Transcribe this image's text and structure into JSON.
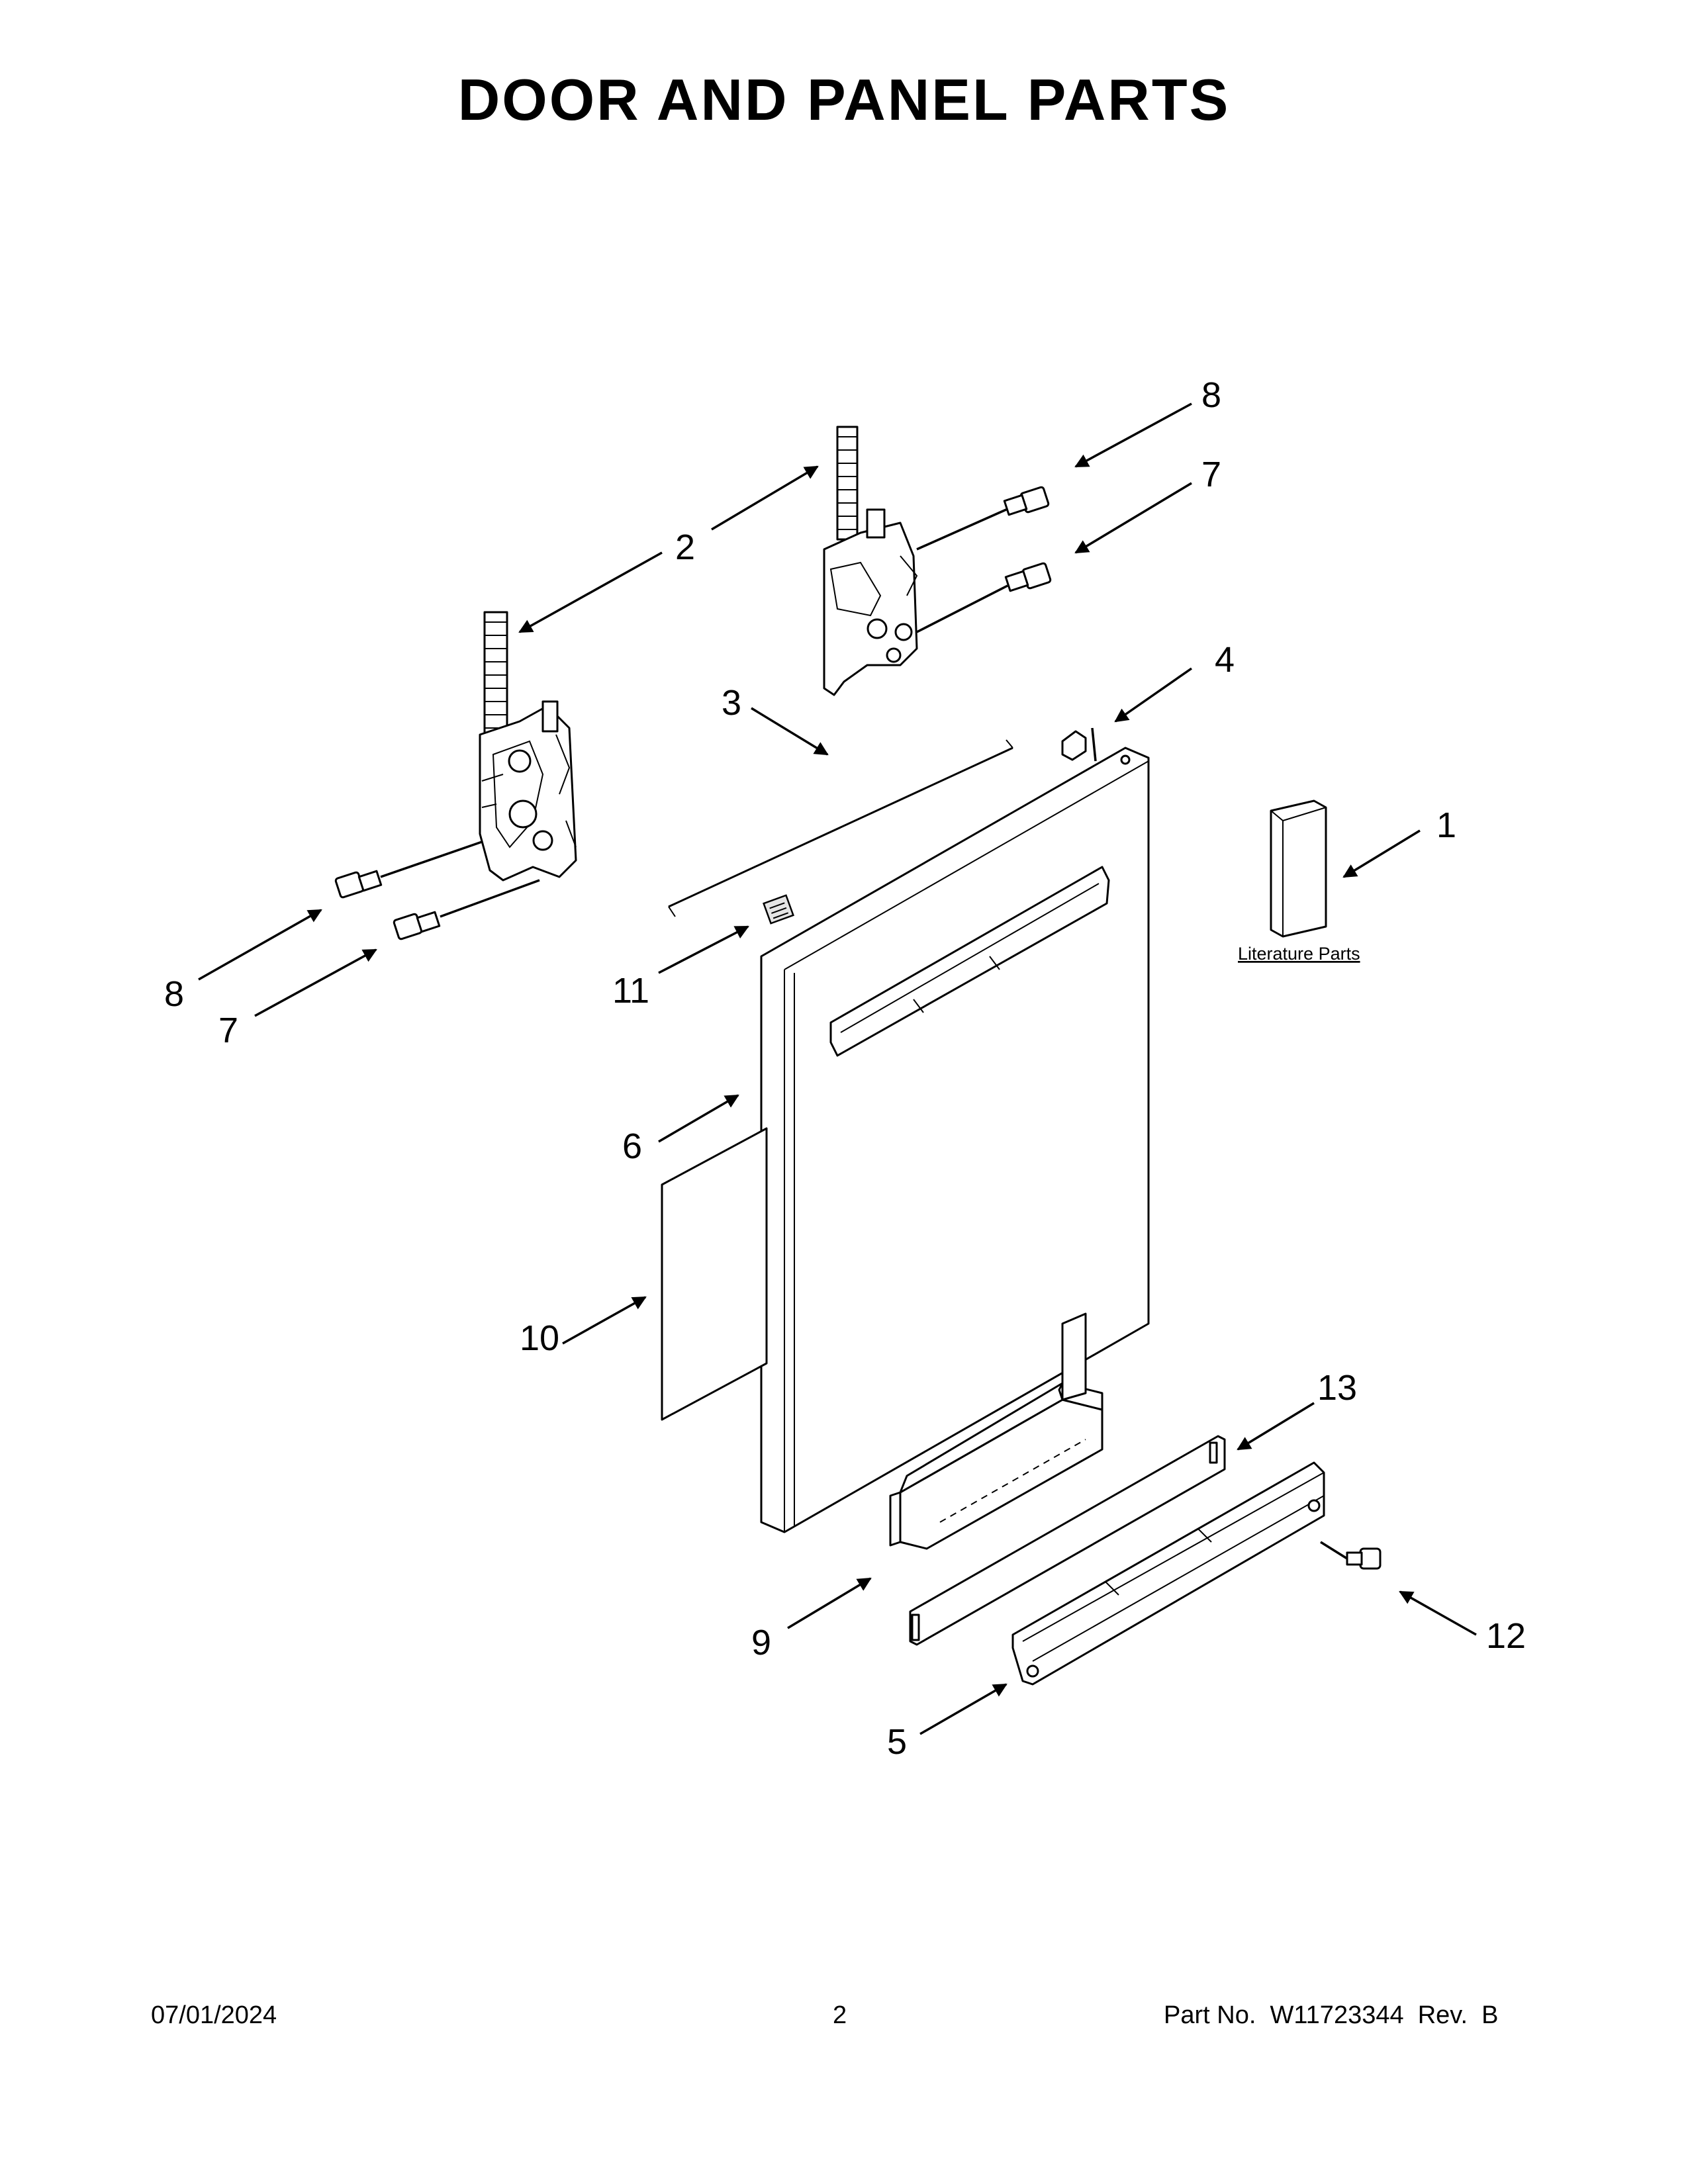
{
  "title": "DOOR AND PANEL PARTS",
  "literature_label": "Literature Parts",
  "callouts": {
    "c1": "1",
    "c2": "2",
    "c3": "3",
    "c4": "4",
    "c5": "5",
    "c6": "6",
    "c7a": "7",
    "c7b": "7",
    "c8a": "8",
    "c8b": "8",
    "c9": "9",
    "c10": "10",
    "c11": "11",
    "c12": "12",
    "c13": "13"
  },
  "footer": {
    "date": "07/01/2024",
    "page": "2",
    "part_no": "Part No.  W11723344  Rev.  B"
  }
}
